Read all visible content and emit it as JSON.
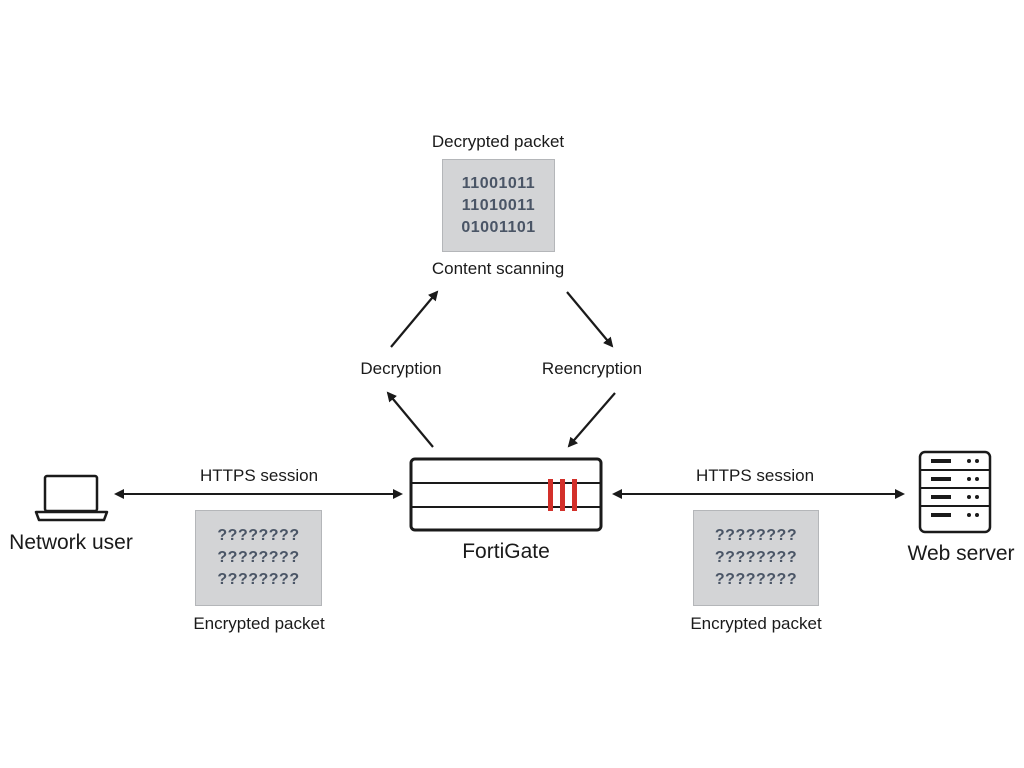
{
  "labels": {
    "decrypted_packet": "Decrypted packet",
    "content_scanning": "Content scanning",
    "decryption": "Decryption",
    "reencryption": "Reencryption",
    "https_left": "HTTPS session",
    "https_right": "HTTPS session",
    "network_user": "Network user",
    "fortigate": "FortiGate",
    "web_server": "Web server",
    "encrypted_left": "Encrypted packet",
    "encrypted_right": "Encrypted packet"
  },
  "decrypted_packet_lines": [
    "11001011",
    "11010011",
    "01001101"
  ],
  "encrypted_left_lines": [
    "????????",
    "????????",
    "????????"
  ],
  "encrypted_right_lines": [
    "????????",
    "????????",
    "????????"
  ],
  "colors": {
    "line": "#1a1a1a",
    "packet_fill": "#d3d4d6",
    "packet_text": "#4a5566",
    "fortigate_accent": "#d3302a"
  },
  "icons": {
    "user_device": "laptop-icon",
    "server_device": "server-rack-icon"
  }
}
